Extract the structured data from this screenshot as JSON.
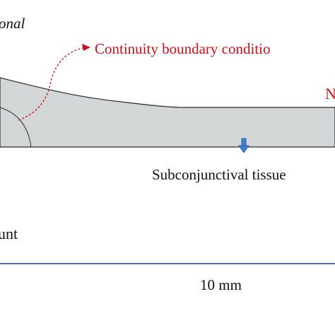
{
  "labels": {
    "top_left_partial": "onal",
    "boundary_condition": "Continuity boundary conditio",
    "right_partial": "N",
    "subconjunctival": "Subconjunctival tissue",
    "bottom_left_partial": "unt",
    "scale_bar": "10 mm"
  },
  "colors": {
    "background": "#ffffff",
    "tissue_fill": "#d3d6d6",
    "outline": "#2a2a2a",
    "annotation_red": "#c0141c",
    "arrow_blue": "#3f7fd6",
    "arrow_blue_edge": "#1d4f9a",
    "scale_line": "#1f3a78",
    "text": "#111111"
  },
  "icons": {
    "boundary_pointer": "curved-dashed-arrow-icon",
    "flow_arrow": "down-arrow-icon"
  }
}
